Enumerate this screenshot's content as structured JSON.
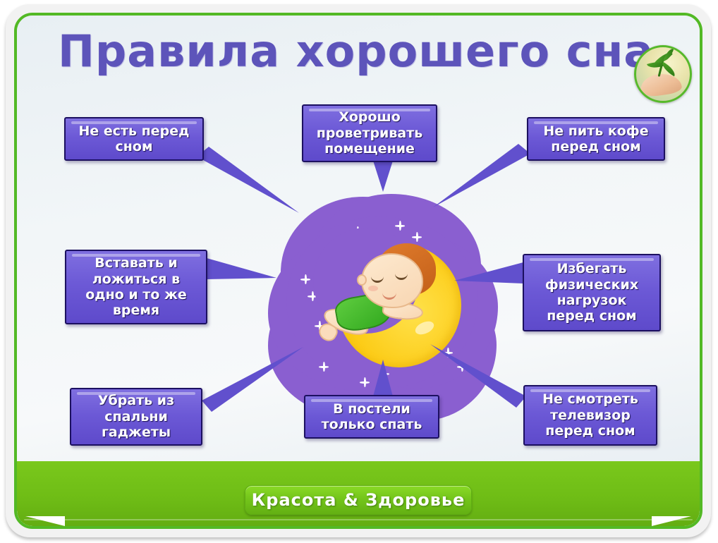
{
  "poster": {
    "title": "Правила хорошего сна",
    "logo": {
      "icon": "hand-holding-leaves-icon",
      "border_color": "#57b92b"
    },
    "colors": {
      "title": "#5d54ba",
      "box_fill": "#6c59d6",
      "box_border": "#1c1060",
      "cloud": "#8a5fd0",
      "moon": "#fccc18",
      "frame_green": "#53b925",
      "banner_green": "#74c51b",
      "background": "#eef3f6"
    },
    "illustration": {
      "name": "baby-sleeping-on-moon",
      "cloud_color": "#8a5fd0",
      "moon_color": "#fccc18",
      "shirt_color": "#32a91f",
      "hair_color": "#c35f18",
      "star_count": 14
    },
    "tips": [
      {
        "id": "no-eating",
        "text": "Не есть перед\nсном",
        "lines": [
          "Не есть перед",
          "сном"
        ],
        "position": "top-left"
      },
      {
        "id": "ventilate",
        "text": "Хорошо\nпроветривать\nпомещение",
        "lines": [
          "Хорошо",
          "проветривать",
          "помещение"
        ],
        "position": "top-center"
      },
      {
        "id": "no-coffee",
        "text": "Не пить кофе\nперед сном",
        "lines": [
          "Не пить кофе",
          "перед сном"
        ],
        "position": "top-right"
      },
      {
        "id": "same-time",
        "text": "Вставать и\nложиться в\nодно и то же\nвремя",
        "lines": [
          "Вставать и",
          "ложиться в",
          "одно и то же",
          "время"
        ],
        "position": "middle-left"
      },
      {
        "id": "no-exercise",
        "text": "Избегать\nфизических\nнагрузок\nперед сном",
        "lines": [
          "Избегать",
          "физических",
          "нагрузок",
          "перед сном"
        ],
        "position": "middle-right"
      },
      {
        "id": "no-gadgets",
        "text": "Убрать из\nспальни\nгаджеты",
        "lines": [
          "Убрать из",
          "спальни",
          "гаджеты"
        ],
        "position": "bottom-left"
      },
      {
        "id": "bed-sleep-only",
        "text": "В постели\nтолько спать",
        "lines": [
          "В постели",
          "только спать"
        ],
        "position": "bottom-center"
      },
      {
        "id": "no-tv",
        "text": "Не смотреть\nтелевизор\nперед сном",
        "lines": [
          "Не смотреть",
          "телевизор",
          "перед сном"
        ],
        "position": "bottom-right"
      }
    ],
    "banner": {
      "text": "Красота & Здоровье"
    }
  }
}
